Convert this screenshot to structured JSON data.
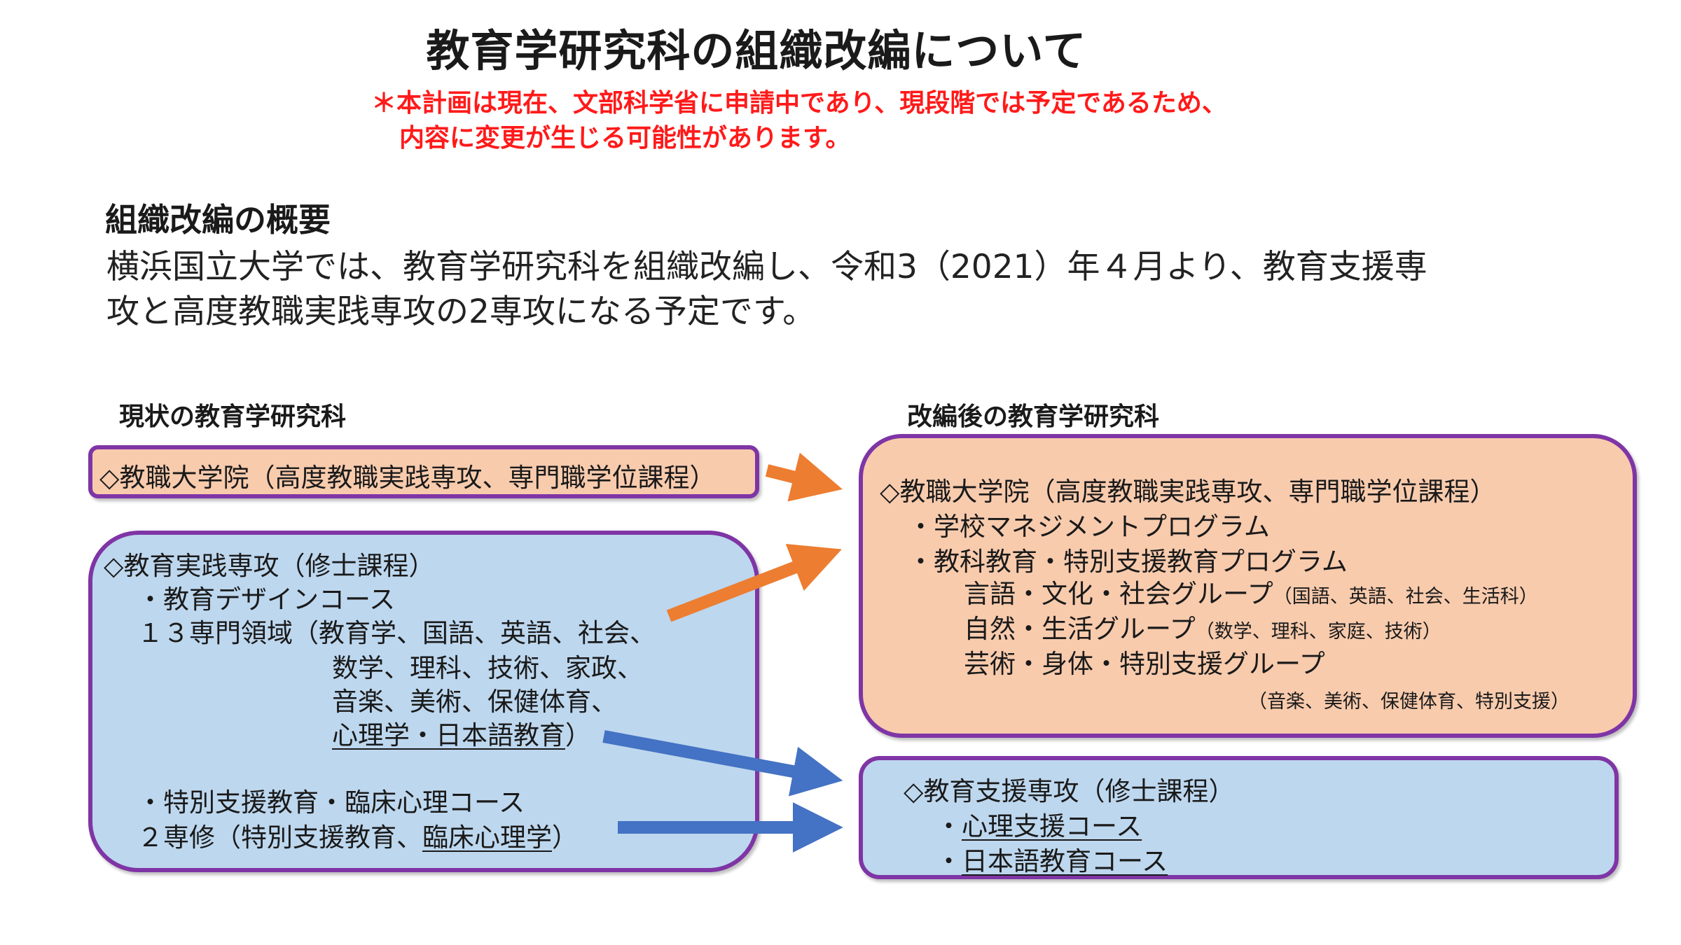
{
  "title": "教育学研究科の組織改編について",
  "notice": {
    "line1": "＊本計画は現在、文部科学省に申請中であり、現段階では予定であるため、",
    "line2": "内容に変更が生じる可能性があります。"
  },
  "overview": {
    "heading": "組織改編の概要",
    "line1": "横浜国立大学では、教育学研究科を組織改編し、令和3（2021）年４月より、教育支援専",
    "line2": "攻と高度教職実践専攻の2専攻になる予定です。"
  },
  "current": {
    "heading": "現状の教育学研究科",
    "box1": {
      "text": "◇教職大学院（高度教職実践専攻、専門職学位課程）"
    },
    "box2": {
      "title": "◇教育実践専攻（修士課程）",
      "course1": "・教育デザインコース",
      "fields_line1": "１３専門領域（教育学、国語、英語、社会、",
      "fields_line2": "数学、理科、技術、家政、",
      "fields_line3": "音楽、美術、保健体育、",
      "fields_line4_underlined": "心理学・日本語教育",
      "fields_line4_end": "）",
      "course2": "・特別支援教育・臨床心理コース",
      "specialty_prefix": "２専修（特別支援教育、",
      "specialty_underlined": "臨床心理学",
      "specialty_end": "）"
    }
  },
  "reorganized": {
    "heading": "改編後の教育学研究科",
    "box3": {
      "title": "◇教職大学院（高度教職実践専攻、専門職学位課程）",
      "program1": "・学校マネジメントプログラム",
      "program2": "・教科教育・特別支援教育プログラム",
      "group1": "言語・文化・社会グループ",
      "group1_note": "（国語、英語、社会、生活科）",
      "group2": "自然・生活グループ",
      "group2_note": "（数学、理科、家庭、技術）",
      "group3": "芸術・身体・特別支援グループ",
      "group3_note": "（音楽、美術、保健体育、特別支援）"
    },
    "box4": {
      "title": "◇教育支援専攻（修士課程）",
      "course1_prefix": "・",
      "course1": "心理支援コース",
      "course2_prefix": "・",
      "course2": "日本語教育コース"
    }
  },
  "colors": {
    "orange_arrow": "#ed7d31",
    "blue_arrow": "#4472c4",
    "box_border": "#7f35a5",
    "orange_fill": "#f8cbad",
    "blue_fill": "#bdd7ee",
    "notice_text": "#ff1a1a"
  }
}
